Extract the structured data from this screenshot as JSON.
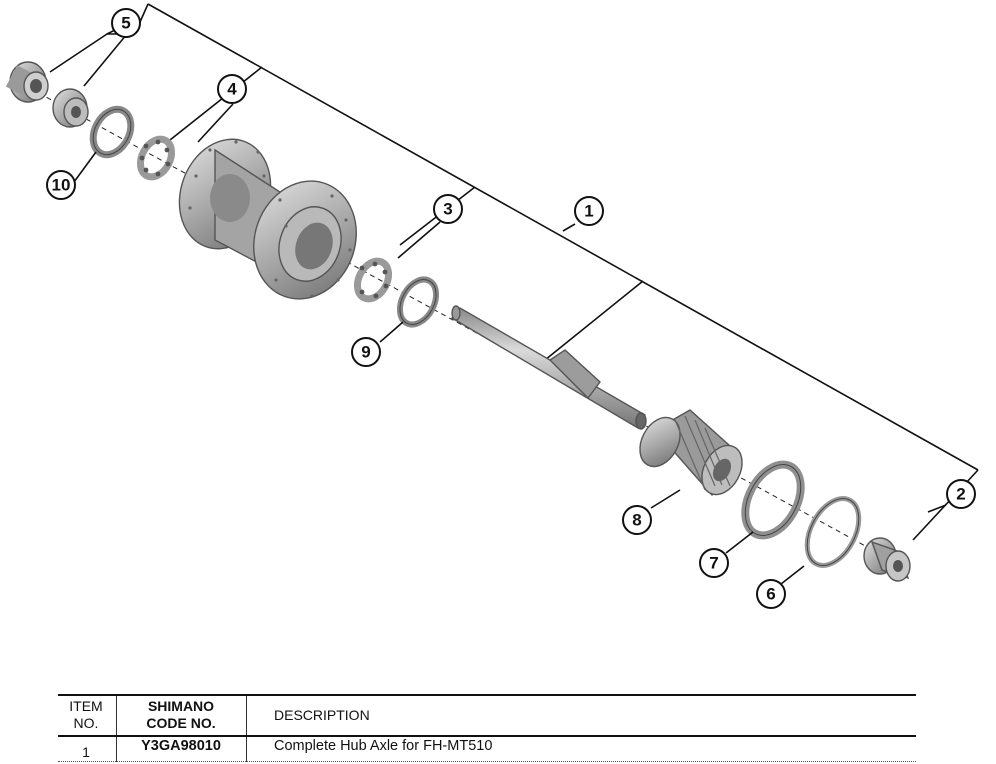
{
  "callouts": [
    "1",
    "2",
    "3",
    "4",
    "5",
    "6",
    "7",
    "8",
    "9",
    "10"
  ],
  "table": {
    "header": {
      "item_line1": "ITEM",
      "item_line2": "NO.",
      "code_line1": "SHIMANO",
      "code_line2": "CODE NO.",
      "description": "DESCRIPTION"
    },
    "rows": [
      {
        "item": "1",
        "code": "Y3GA98010",
        "description": "Complete Hub Axle for FH-MT510"
      }
    ]
  },
  "colors": {
    "line": "#111111",
    "metal_dark": "#6f6f6f",
    "metal_mid": "#a8a8a8",
    "metal_light": "#d6d6d6"
  }
}
